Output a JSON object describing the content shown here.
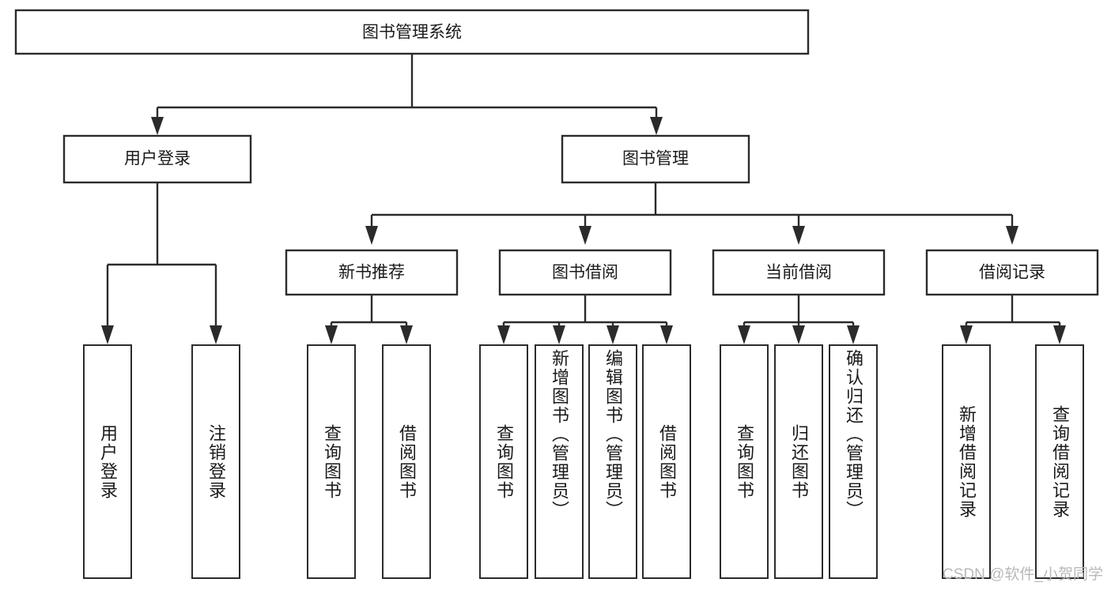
{
  "diagram": {
    "type": "tree-hierarchy",
    "title": "图书管理系统",
    "watermark": "CSDN @软件_小贺同学",
    "levels": {
      "root": {
        "label": "图书管理系统"
      },
      "level2": [
        {
          "label": "用户登录"
        },
        {
          "label": "图书管理"
        }
      ],
      "level3": [
        {
          "label": "新书推荐"
        },
        {
          "label": "图书借阅"
        },
        {
          "label": "当前借阅"
        },
        {
          "label": "借阅记录"
        }
      ]
    },
    "groups": [
      {
        "parent": "用户登录",
        "leaves": [
          {
            "label": "用户登录"
          },
          {
            "label": "注销登录"
          }
        ]
      },
      {
        "parent": "新书推荐",
        "leaves": [
          {
            "label": "查询图书"
          },
          {
            "label": "借阅图书"
          }
        ]
      },
      {
        "parent": "图书借阅",
        "leaves": [
          {
            "label": "查询图书"
          },
          {
            "label": "新增图书（管理员）"
          },
          {
            "label": "编辑图书（管理员）"
          },
          {
            "label": "借阅图书"
          }
        ]
      },
      {
        "parent": "当前借阅",
        "leaves": [
          {
            "label": "查询图书"
          },
          {
            "label": "归还图书"
          },
          {
            "label": "确认归还（管理员）"
          }
        ]
      },
      {
        "parent": "借阅记录",
        "leaves": [
          {
            "label": "新增借阅记录"
          },
          {
            "label": "查询借阅记录"
          }
        ]
      }
    ],
    "colors": {
      "stroke": "#2b2b2b",
      "fill": "#ffffff",
      "text": "#1a1a1a",
      "watermark": "#b9b9b9"
    }
  }
}
